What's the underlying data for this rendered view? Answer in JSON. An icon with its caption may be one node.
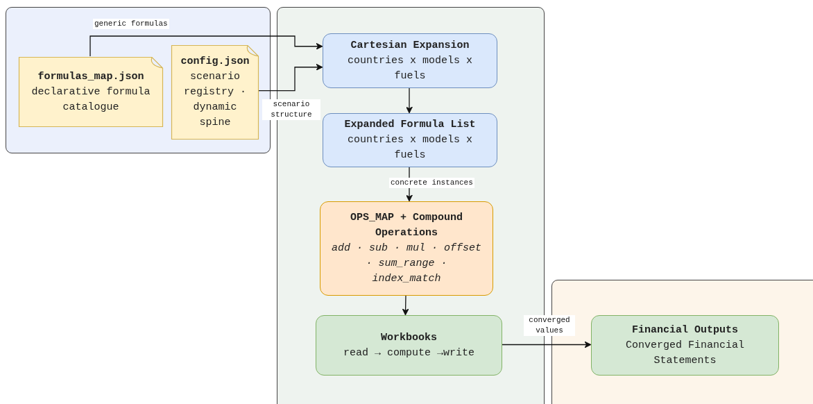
{
  "diagram": {
    "nodes": [
      {
        "text": [],
        "shape": "box"
      },
      {
        "text": [
          "formulas_map.json",
          "declarative formula catalogue"
        ],
        "in": 0
      },
      {
        "text": [
          "config.json",
          "scenario registry · dynamic spine"
        ],
        "in": 0
      },
      {
        "text": [],
        "shape": "box"
      },
      {
        "text": [
          "Cartesian Expansion",
          "countries x models x fuels"
        ],
        "in": 3
      },
      {
        "text": [
          "Expanded Formula List",
          "countries x models x fuels"
        ],
        "in": 3
      },
      {
        "text": [
          "OPS_MAP + Compound Operations",
          "add · sub · mul · offset · sum_range · index_match"
        ],
        "in": 3
      },
      {
        "text": [
          "Workbooks",
          "read → compute →write"
        ],
        "in": 3
      },
      {
        "text": [],
        "shape": "box"
      },
      {
        "text": [
          "Financial Outputs",
          "Converged Financial Statements"
        ],
        "in": 8
      }
    ],
    "edges": [
      {
        "from": 1,
        "to": 4,
        "arrow": "to",
        "label": "generic formulas"
      },
      {
        "from": 2,
        "to": 4,
        "arrow": "to",
        "label": "scenario structure"
      },
      {
        "from": 4,
        "to": 5,
        "arrow": "to"
      },
      {
        "from": 5,
        "to": 6,
        "arrow": "to",
        "label": "concrete instances"
      },
      {
        "from": 6,
        "to": 7,
        "arrow": "to"
      },
      {
        "from": 7,
        "to": 9,
        "arrow": "to",
        "label": "converged values"
      }
    ]
  }
}
